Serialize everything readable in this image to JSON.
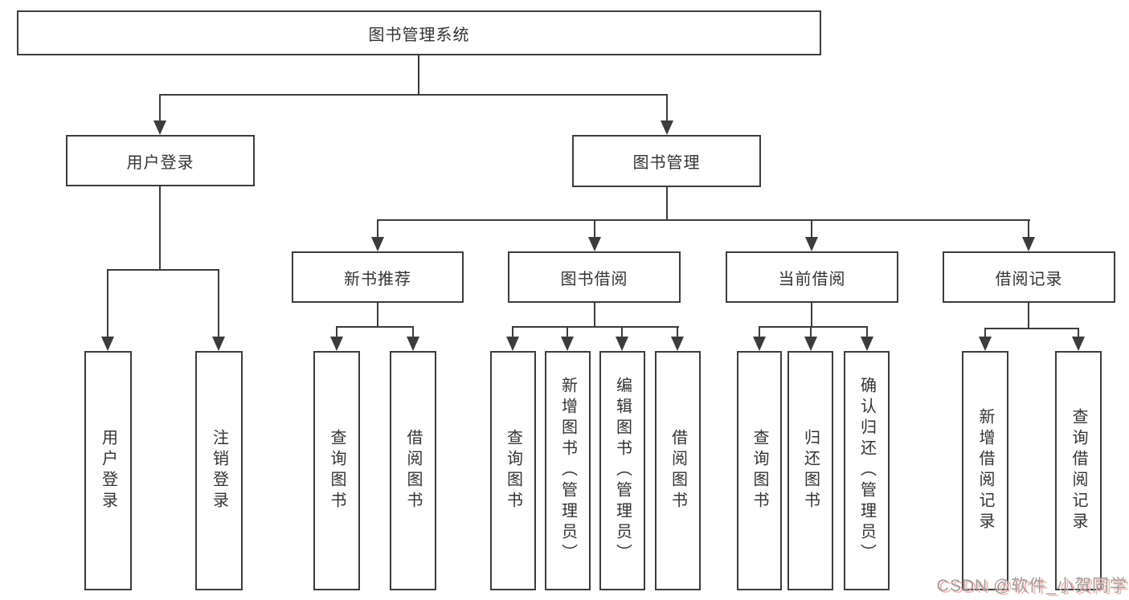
{
  "diagram": {
    "root": {
      "label": "图书管理系统"
    },
    "level2": [
      {
        "label": "用户登录"
      },
      {
        "label": "图书管理"
      }
    ],
    "level3": [
      {
        "label": "新书推荐"
      },
      {
        "label": "图书借阅"
      },
      {
        "label": "当前借阅"
      },
      {
        "label": "借阅记录"
      }
    ],
    "leaves": {
      "user_login": [
        "用户登录",
        "注销登录"
      ],
      "new_book": [
        "查询图书",
        "借阅图书"
      ],
      "book_borrow": [
        "查询图书",
        "新增图书（管理员）",
        "编辑图书（管理员）",
        "借阅图书"
      ],
      "current_borrow": [
        "查询图书",
        "归还图书",
        "确认归还（管理员）"
      ],
      "borrow_records": [
        "新增借阅记录",
        "查询借阅记录"
      ]
    }
  },
  "watermark": {
    "text": "CSDN @软件_小贺同学"
  },
  "colors": {
    "line": "#3c3c3c",
    "text": "#333333",
    "background": "#ffffff",
    "watermark_text": "#9e9e9e",
    "watermark_shadow": "#f6b4ad"
  }
}
